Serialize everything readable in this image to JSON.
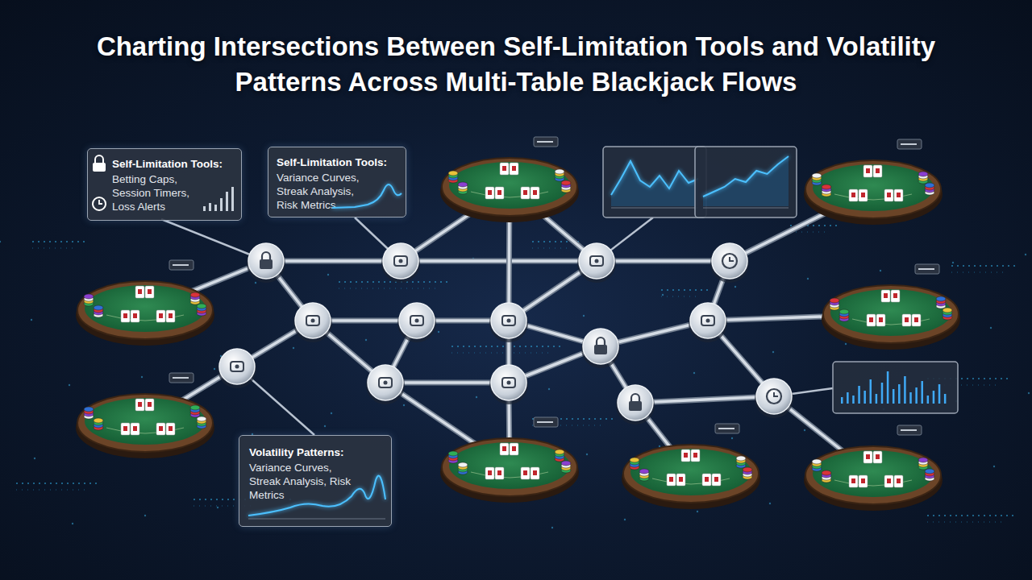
{
  "diagram": {
    "title": "Charting Intersections Between Self-Limitation Tools and Volatility Patterns Across Multi-Table Blackjack Flows",
    "nodes": [
      {
        "text": [
          "Self-Limitation Tools:",
          "Betting Caps, Session Timers, Loss Alerts"
        ]
      },
      {
        "text": [
          "Self-Limitation Tools:",
          "Variance Curves, Streak Analysis, Risk Metrics"
        ]
      },
      {
        "text": [
          "Volatility Patterns:",
          "Variance Curves, Streak Analysis, Risk Metrics"
        ]
      }
    ]
  }
}
